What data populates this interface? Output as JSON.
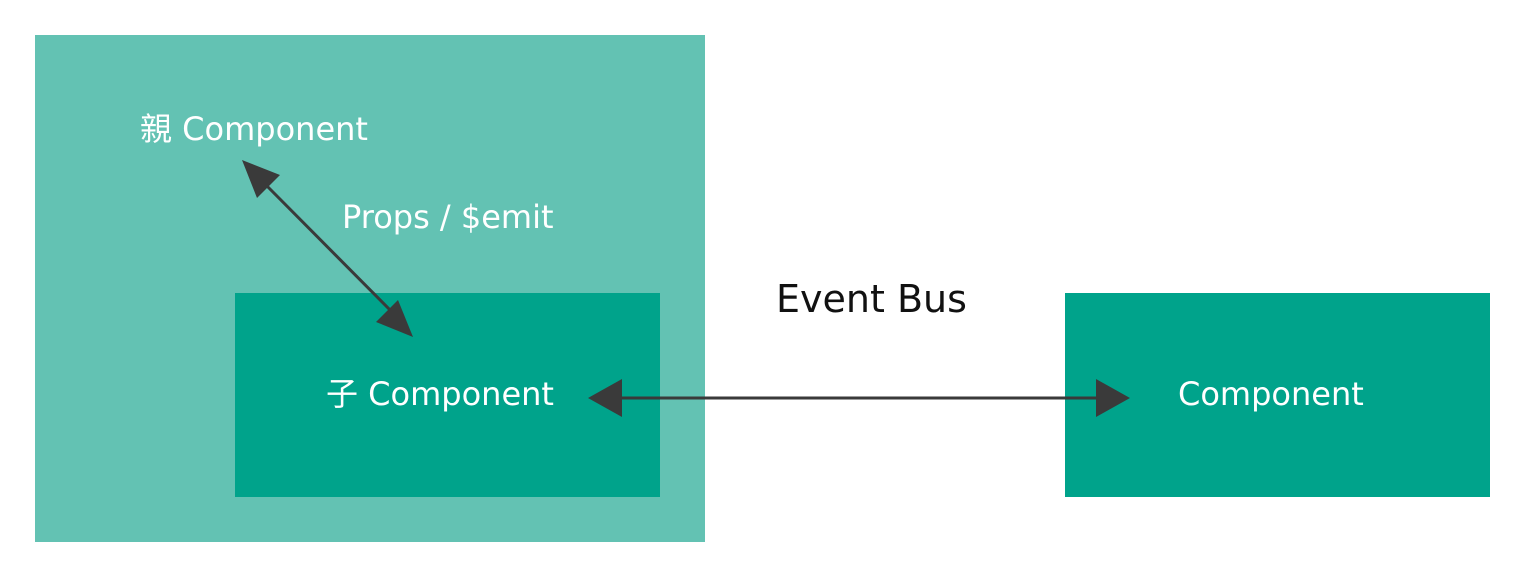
{
  "colors": {
    "parent_fill": "#63c2b3",
    "child_fill": "#00a38b",
    "arrow": "#3a3a3a",
    "label_light": "#ffffff",
    "label_dark": "#111111"
  },
  "nodes": {
    "parent": {
      "label": "親 Component"
    },
    "child": {
      "label": "子 Component"
    },
    "other": {
      "label": "Component"
    }
  },
  "edges": {
    "parent_child": {
      "label": "Props / $emit",
      "direction": "bidirectional"
    },
    "child_other": {
      "label": "Event Bus",
      "direction": "bidirectional"
    }
  }
}
